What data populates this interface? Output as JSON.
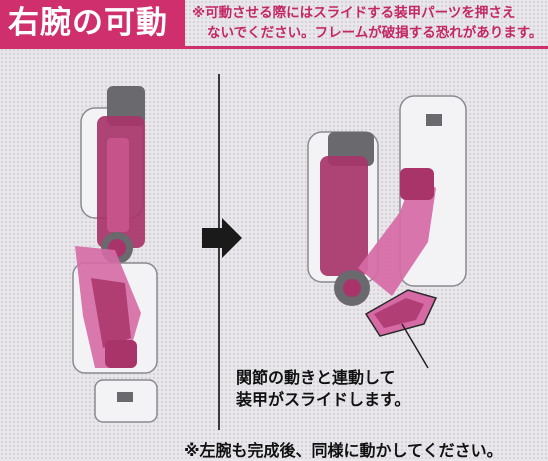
{
  "header": {
    "title": "右腕の可動",
    "note_line1": "※可動させる際にはスライドする装甲パーツを押さえ",
    "note_line2": "ないでください。フレームが破損する恐れがあります。"
  },
  "callout": {
    "line1": "関節の動きと連動して",
    "line2": "装甲がスライドします。"
  },
  "footer": {
    "text": "※左腕も完成後、同様に動かしてください。"
  },
  "colors": {
    "accent": "#cf2f6d",
    "magenta_part": "#a83469",
    "pink_part": "#d66aa5",
    "frame_gray": "#6a6a6e",
    "white_part": "#f3f3f5"
  },
  "icons": [
    "arrow-right-icon"
  ]
}
